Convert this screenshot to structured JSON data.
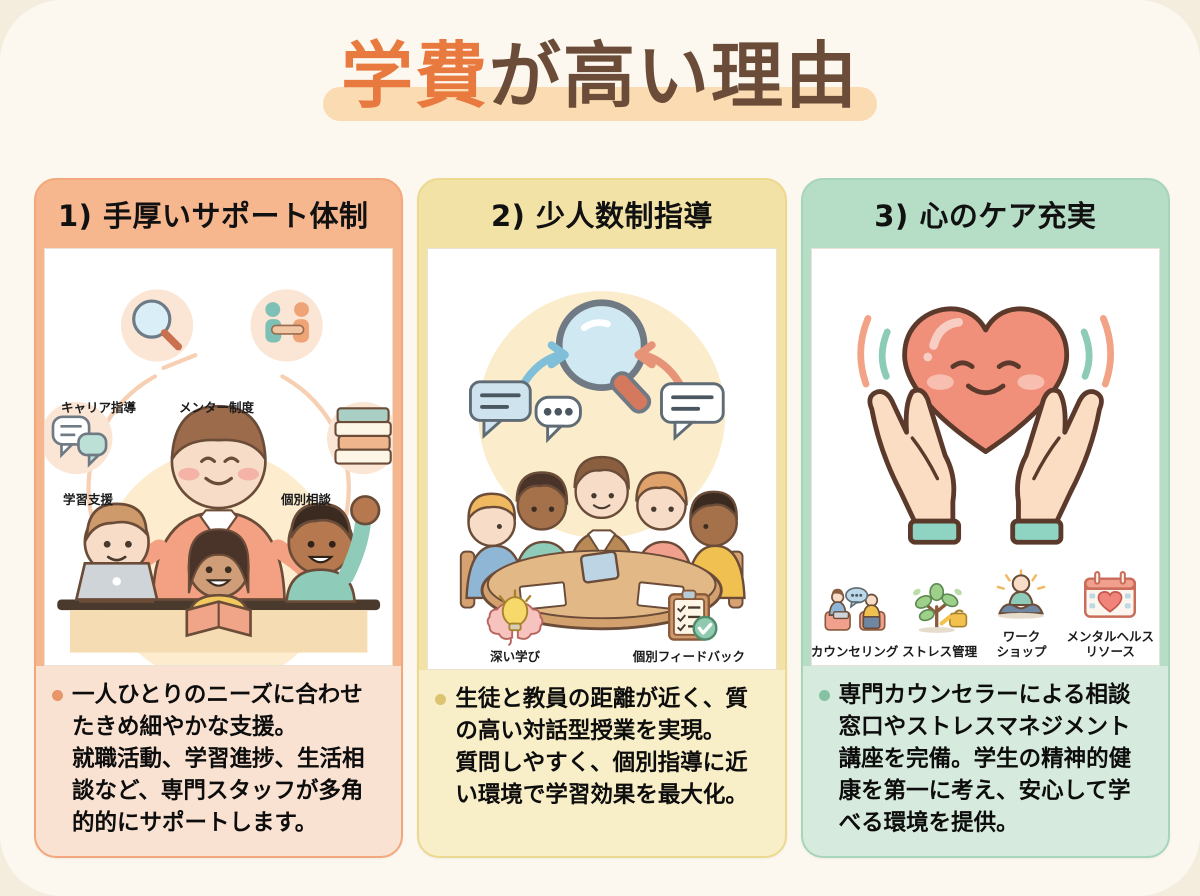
{
  "page": {
    "background_color": "#fdf8ef",
    "outer_color": "#f4ecdc"
  },
  "title": {
    "accent_text": "学費",
    "main_text": "が高い理由",
    "accent_color": "#e8793f",
    "main_color": "#6b4c38",
    "highlight_color": "#fbdcb2"
  },
  "cards": [
    {
      "id": "card-1",
      "header": "1) 手厚いサポート体制",
      "header_color": "#f6b68e",
      "body_color": "#fae2d3",
      "bullet_color": "#e8956a",
      "body_lines": [
        "一人ひとりのニーズに合わせ",
        "たきめ細やかな支援。",
        "就職活動、学習進捗、生活相",
        "談など、専門スタッフが多角",
        "的的にサポートします。"
      ],
      "illustration": {
        "description": "teacher-with-students",
        "ring_labels": [
          {
            "label": "キャリア指導",
            "icon": "magnifier-icon"
          },
          {
            "label": "メンター制度",
            "icon": "handshake-icon"
          },
          {
            "label": "学習支援",
            "icon": "speech-bubbles-icon"
          },
          {
            "label": "個別相談",
            "icon": "books-icon"
          }
        ]
      }
    },
    {
      "id": "card-2",
      "header": "2) 少人数制指導",
      "header_color": "#f3e2a6",
      "body_color": "#f8eec8",
      "bullet_color": "#dcc372",
      "body_lines": [
        "生徒と教員の距離が近く、質",
        "の高い対話型授業を実現。",
        "質問しやすく、個別指導に近",
        "い環境で学習効果を最大化。"
      ],
      "illustration": {
        "description": "round-table-discussion",
        "bottom_icons": [
          {
            "label": "深い学び",
            "icon": "brain-lightbulb-icon"
          },
          {
            "label": "個別フィードバック",
            "icon": "clipboard-check-icon"
          }
        ]
      }
    },
    {
      "id": "card-3",
      "header": "3) 心のケア充実",
      "header_color": "#b6ddc6",
      "body_color": "#d6ebdd",
      "bullet_color": "#86c1a4",
      "body_lines": [
        "専門カウンセラーによる相談",
        "窓口やストレスマネジメント",
        "講座を完備。学生の精神的健",
        "康を第一に考え、安心して学",
        "べる環境を提供。"
      ],
      "illustration": {
        "description": "hands-holding-smiling-heart",
        "bottom_icons": [
          {
            "label": "カウンセリング",
            "label2": "",
            "icon": "counseling-icon"
          },
          {
            "label": "ストレス管理",
            "label2": "",
            "icon": "tree-watering-icon"
          },
          {
            "label": "ワーク",
            "label2": "ショップ",
            "icon": "meditation-icon"
          },
          {
            "label": "メンタルヘルス",
            "label2": "リソース",
            "icon": "calendar-heart-icon"
          }
        ]
      }
    }
  ]
}
